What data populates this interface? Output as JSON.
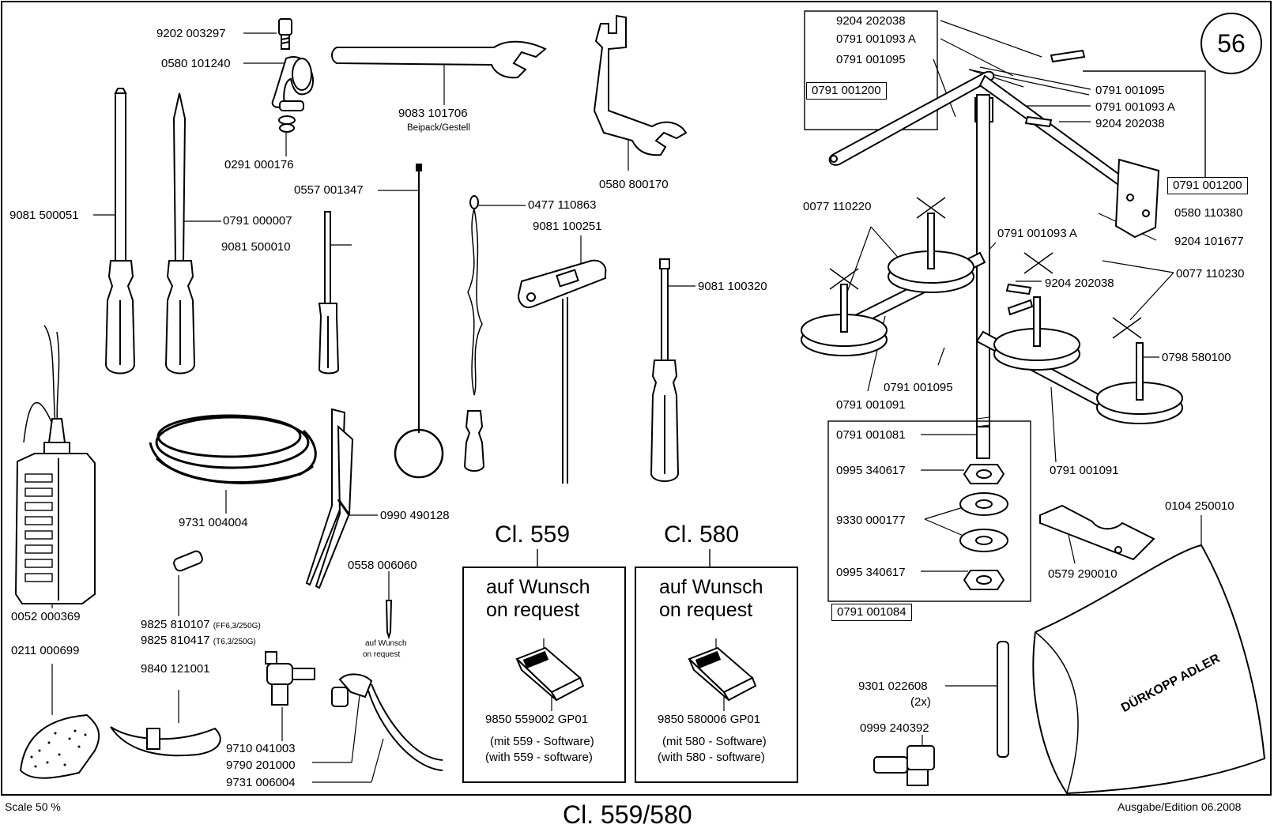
{
  "page_number": "56",
  "scale_note": "Scale 50 %",
  "edition": "Ausgabe/Edition 06.2008",
  "class_title": "Cl. 559/580",
  "labels": {
    "p9202_003297": "9202 003297",
    "p0580_101240": "0580 101240",
    "p0291_000176": "0291 000176",
    "p9083_101706": "9083 101706",
    "beipack": "Beipack/Gestell",
    "p0580_800170": "0580 800170",
    "p9081_500051": "9081 500051",
    "p0791_000007": "0791 000007",
    "p9081_500010": "9081 500010",
    "p0557_001347": "0557 001347",
    "p0477_110863": "0477 110863",
    "p9081_100251": "9081 100251",
    "p9081_100320": "9081 100320",
    "p0052_000369": "0052 000369",
    "p9731_004004": "9731 004004",
    "p0990_490128": "0990 490128",
    "p0558_006060": "0558 006060",
    "auf_wunsch_small": "auf Wunsch",
    "on_request_small": "on request",
    "p9825_810107": "9825 810107",
    "ff_note": "(FF6,3/250G)",
    "p9825_810417": "9825 810417",
    "t_note": "(T6,3/250G)",
    "p0211_000699": "0211 000699",
    "p9840_121001": "9840 121001",
    "p9710_041003": "9710 041003",
    "p9790_201000": "9790 201000",
    "p9731_006004": "9731 006004",
    "r9204_202038_a": "9204 202038",
    "r0791_001093a_a": "0791 001093 A",
    "r0791_001095_a": "0791 001095",
    "r0791_001095_b": "0791 001095",
    "r0791_001093a_b": "0791 001093 A",
    "r9204_202038_b": "9204 202038",
    "r0580_110380": "0580 110380",
    "r9204_101677": "9204 101677",
    "r0077_110220": "0077 110220",
    "r0791_001093a_c": "0791 001093 A",
    "r0077_110230": "0077 110230",
    "r9204_202038_c": "9204 202038",
    "r0798_580100": "0798 580100",
    "r0791_001095_c": "0791 001095",
    "r0791_001091_a": "0791 001091",
    "r0791_001091_b": "0791 001091",
    "r0791_001081": "0791 001081",
    "r0995_340617_a": "0995 340617",
    "r9330_000177": "9330 000177",
    "r0995_340617_b": "0995 340617",
    "r0104_250010": "0104 250010",
    "r0579_290010": "0579 290010",
    "r9301_022608": "9301 022608",
    "qty_2x": "(2x)",
    "r0999_240392": "0999 240392",
    "brand": "DÜRKOPP ADLER"
  },
  "boxed_labels": {
    "b0791_001200_left": "0791 001200",
    "b0791_001200_right": "0791 001200",
    "b0791_001084": "0791 001084"
  },
  "request_panels": [
    {
      "class": "Cl. 559",
      "line1": "auf Wunsch",
      "line2": "on request",
      "part": "9850 559002 GP01",
      "note1": "(mit 559 - Software)",
      "note2": "(with 559 - software)"
    },
    {
      "class": "Cl. 580",
      "line1": "auf Wunsch",
      "line2": "on request",
      "part": "9850 580006 GP01",
      "note1": "(mit 580 - Software)",
      "note2": "(with 580 - software)"
    }
  ]
}
